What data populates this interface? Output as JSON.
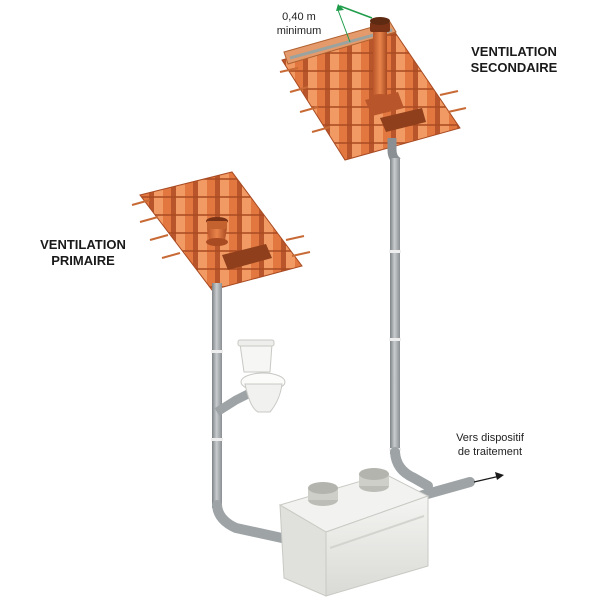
{
  "labels": {
    "secondary": {
      "line1": "VENTILATION",
      "line2": "SECONDAIRE"
    },
    "primary": {
      "line1": "VENTILATION",
      "line2": "PRIMAIRE"
    },
    "height_note": {
      "line1": "0,40 m",
      "line2": "minimum"
    },
    "outlet": {
      "line1": "Vers dispositif",
      "line2": "de traitement"
    }
  },
  "colors": {
    "tile": "#e2773f",
    "tile_dark": "#b9552a",
    "tile_light": "#f29a63",
    "pipe": "#a9adb0",
    "pipe_dark": "#7d8286",
    "tank": "#e9e9e6",
    "toilet": "#f6f6f4",
    "dimension": "#1e9c4a"
  },
  "icons": {
    "toilet": "toilet-icon",
    "tank": "septic-tank-icon",
    "chimney": "ventilation-chimney-icon",
    "cap": "ventilation-cap-icon",
    "arrow": "arrow-right-icon"
  }
}
